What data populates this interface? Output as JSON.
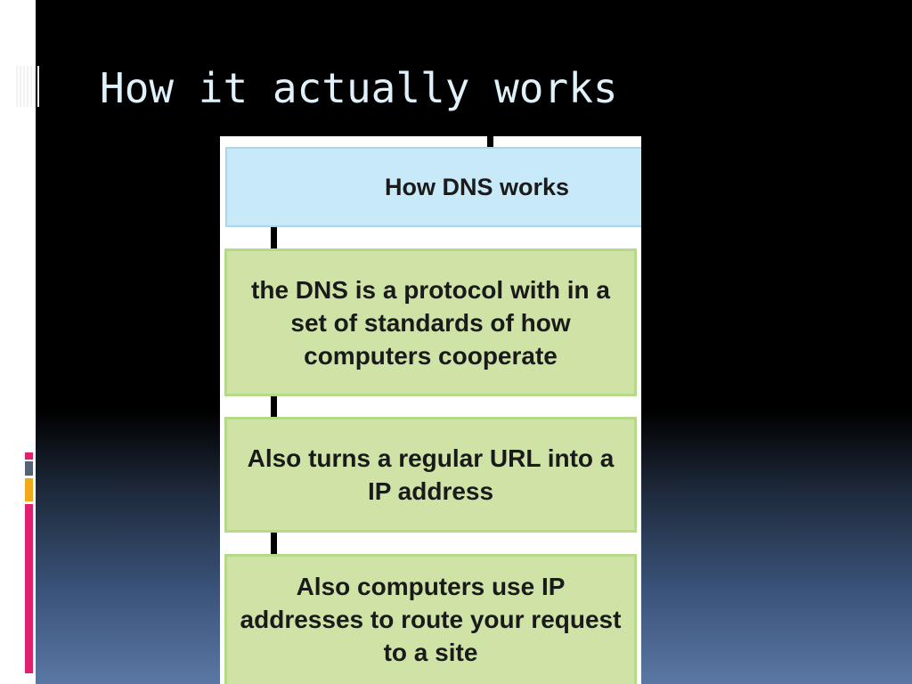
{
  "slide": {
    "title": "How it actually works"
  },
  "diagram": {
    "header": "How DNS works",
    "steps": [
      "the DNS is a protocol with in a set of standards of how computers cooperate",
      "Also turns a regular URL into a IP address",
      "Also computers use IP addresses to route your request to a site"
    ]
  },
  "colors": {
    "title_text": "#dff1fb",
    "header_fill": "#c8e9f7",
    "step_fill": "#cfe3a7",
    "step_border": "#b6d889",
    "accent_pink": "#e0206e",
    "accent_gray": "#566176",
    "accent_orange": "#f2a81b"
  }
}
